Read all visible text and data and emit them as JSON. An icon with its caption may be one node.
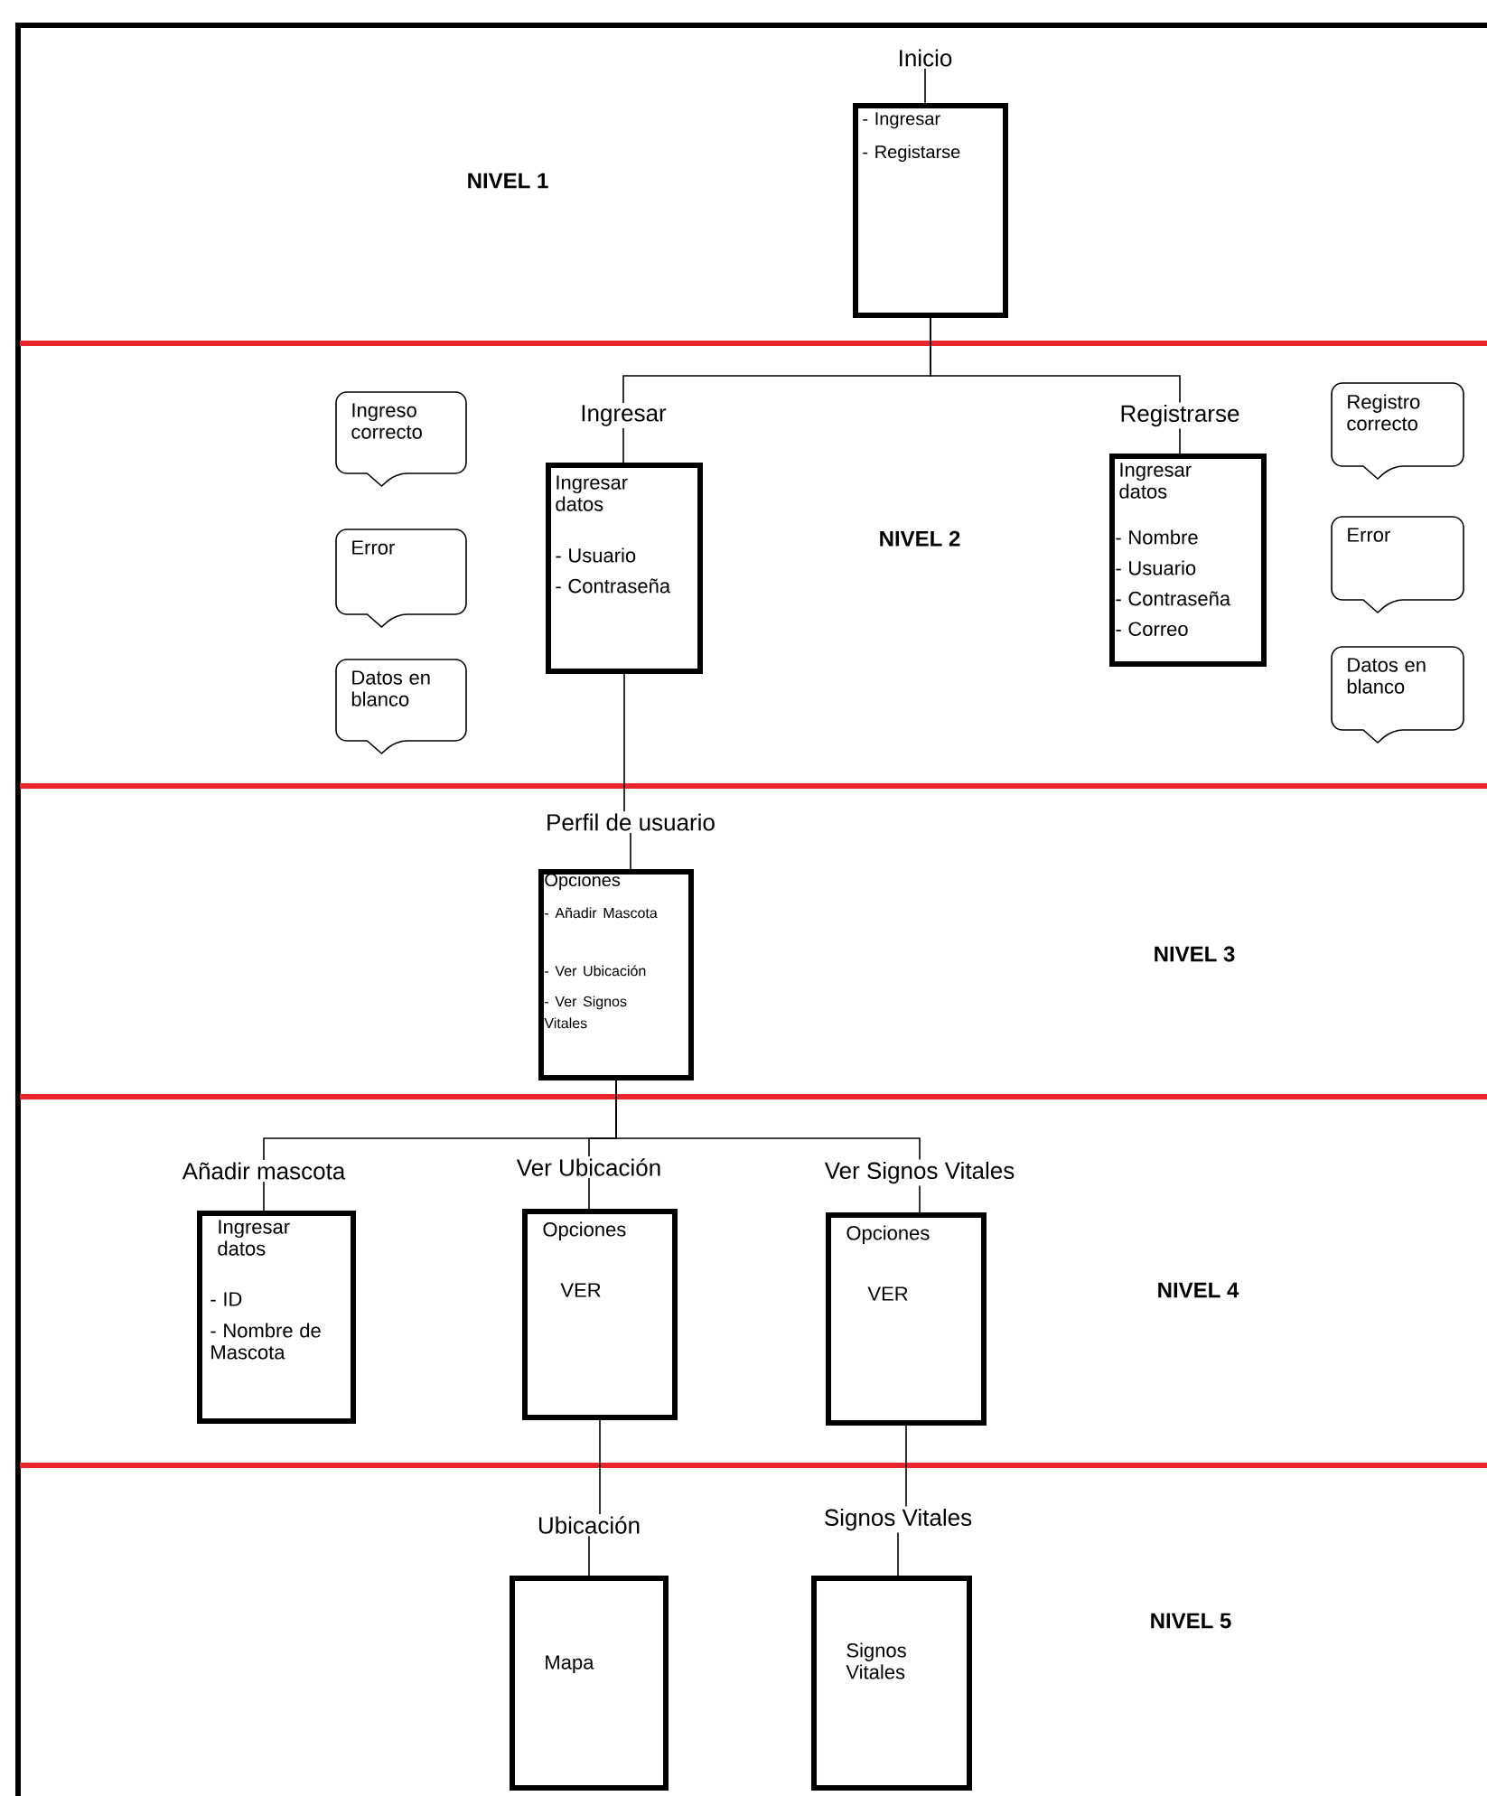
{
  "diagram": {
    "nodes": [
      {
        "text": [
          "Inicio",
          "- Ingresar",
          "- Registarse"
        ]
      },
      {
        "text": [
          "Ingresar",
          "Ingresar datos",
          "- Usuario",
          "- Contraseña"
        ]
      },
      {
        "text": [
          "Registrarse",
          "Ingresar datos",
          "- Nombre",
          "- Usuario",
          "- Contraseña",
          "- Correo"
        ]
      },
      {
        "text": [
          "Ingreso correcto"
        ]
      },
      {
        "text": [
          "Error"
        ]
      },
      {
        "text": [
          "Datos en blanco"
        ]
      },
      {
        "text": [
          "Registro correcto"
        ]
      },
      {
        "text": [
          "Error"
        ]
      },
      {
        "text": [
          "Datos en blanco"
        ]
      },
      {
        "text": [
          "Perfil de usuario",
          "Opciones",
          "- Añadir Mascota",
          "- Ver Ubicación",
          "- Ver Signos Vitales"
        ]
      },
      {
        "text": [
          "Añadir mascota",
          "Ingresar datos",
          "- ID",
          "- Nombre de Mascota"
        ]
      },
      {
        "text": [
          "Ver Ubicación",
          "Opciones",
          "VER"
        ]
      },
      {
        "text": [
          "Ver Signos Vitales",
          "Opciones",
          "VER"
        ]
      },
      {
        "text": [
          "Ubicación",
          "Mapa"
        ]
      },
      {
        "text": [
          "Signos Vitales",
          "Signos Vitales"
        ]
      }
    ],
    "edges": [
      {
        "from": 0,
        "to": 1,
        "arrow": "none"
      },
      {
        "from": 0,
        "to": 2,
        "arrow": "none"
      },
      {
        "from": 1,
        "to": 9,
        "arrow": "none"
      },
      {
        "from": 9,
        "to": 10,
        "arrow": "none"
      },
      {
        "from": 9,
        "to": 11,
        "arrow": "none"
      },
      {
        "from": 9,
        "to": 12,
        "arrow": "none"
      },
      {
        "from": 11,
        "to": 13,
        "arrow": "none"
      },
      {
        "from": 12,
        "to": 14,
        "arrow": "none"
      }
    ],
    "labels": [
      "NIVEL 1",
      "NIVEL 2",
      "NIVEL 3",
      "NIVEL 4",
      "NIVEL 5"
    ]
  }
}
